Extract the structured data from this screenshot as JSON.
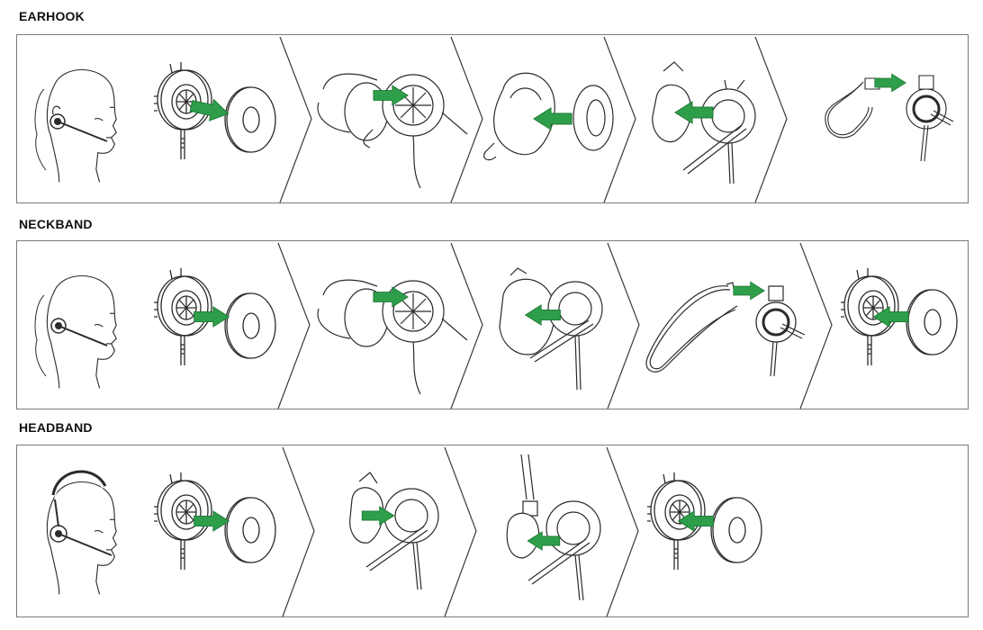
{
  "sections": [
    {
      "title": "EARHOOK",
      "steps": [
        "head-wearing-earhook",
        "remove-ear-cushion",
        "open-earpiece-cover",
        "remove-inner-ring",
        "attach-rotating-ring",
        "attach-earhook"
      ]
    },
    {
      "title": "NECKBAND",
      "steps": [
        "head-wearing-neckband",
        "remove-ear-cushion",
        "open-earpiece-cover",
        "attach-rotating-ring",
        "attach-neckband",
        "reattach-ear-cushion"
      ]
    },
    {
      "title": "HEADBAND",
      "steps": [
        "head-wearing-headband",
        "remove-ear-cushion",
        "attach-headband-mount",
        "attach-headband",
        "reattach-ear-cushion"
      ]
    }
  ],
  "colors": {
    "arrow": "#2e9e4a",
    "arrow_edge": "#1d7a35",
    "line": "#2b2b2b",
    "border": "#7a7a7a"
  }
}
